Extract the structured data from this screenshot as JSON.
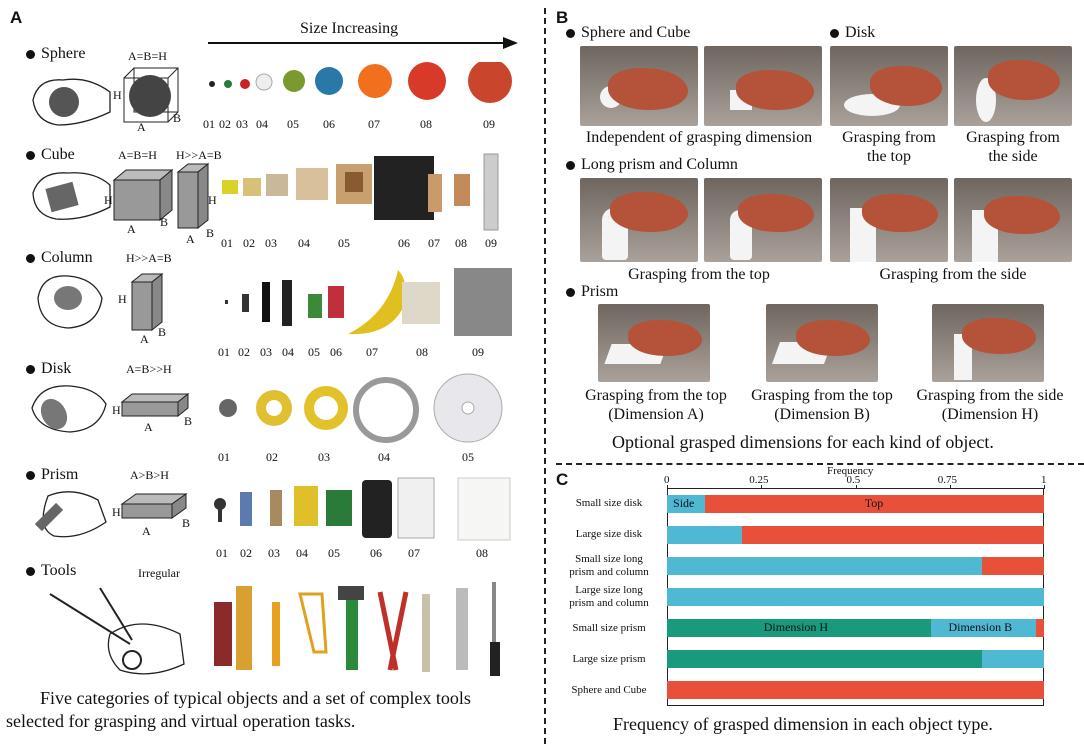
{
  "panels": {
    "a": "A",
    "b": "B",
    "c": "C"
  },
  "panel_a": {
    "size_increasing": "Size Increasing",
    "categories": [
      {
        "name": "Sphere",
        "dimension": "A=B=H",
        "numbers": [
          "01",
          "02",
          "03",
          "04",
          "05",
          "06",
          "07",
          "08",
          "09"
        ]
      },
      {
        "name": "Cube",
        "dimension": "A=B=H",
        "dimension2": "H>>A=B",
        "numbers": [
          "01",
          "02",
          "03",
          "04",
          "05",
          "06",
          "07",
          "08",
          "09"
        ]
      },
      {
        "name": "Column",
        "dimension": "H>>A=B",
        "numbers": [
          "01",
          "02",
          "03",
          "04",
          "05",
          "06",
          "07",
          "08",
          "09"
        ]
      },
      {
        "name": "Disk",
        "dimension": "A=B>>H",
        "numbers": [
          "01",
          "02",
          "03",
          "04",
          "05"
        ]
      },
      {
        "name": "Prism",
        "dimension": "A>B>H",
        "numbers": [
          "01",
          "02",
          "03",
          "04",
          "05",
          "06",
          "07",
          "08"
        ]
      },
      {
        "name": "Tools",
        "dimension": "Irregular",
        "numbers": []
      }
    ],
    "axis_letters": {
      "a": "A",
      "b": "B",
      "h": "H"
    },
    "caption_line1": "Five categories of typical objects and a set of complex tools",
    "caption_line2": "selected for grasping and virtual operation tasks."
  },
  "panel_b": {
    "sphere_cube": "Sphere and Cube",
    "disk": "Disk",
    "long_prism": "Long prism and Column",
    "prism": "Prism",
    "cap_independent": "Independent of grasping dimension",
    "cap_disk_top_1": "Grasping from",
    "cap_disk_top_2": "the top",
    "cap_disk_side_1": "Grasping from",
    "cap_disk_side_2": "the side",
    "cap_lp_top": "Grasping from the top",
    "cap_lp_side": "Grasping from the side",
    "cap_pr_a_1": "Grasping from the top",
    "cap_pr_a_2": "(Dimension A)",
    "cap_pr_b_1": "Grasping from the top",
    "cap_pr_b_2": "(Dimension B)",
    "cap_pr_h_1": "Grasping from the side",
    "cap_pr_h_2": "(Dimension H)",
    "caption": "Optional grasped dimensions for each kind of object."
  },
  "panel_c": {
    "caption": "Frequency of grasped dimension in each object type."
  },
  "colors": {
    "side": "#4fb9d4",
    "top": "#e8503a",
    "dim_h": "#1a9a7c",
    "dim_b": "#4fb9d4"
  },
  "chart_data": {
    "type": "bar",
    "orientation": "horizontal",
    "stacked": true,
    "xlabel": "Frequency",
    "xlim": [
      0,
      1
    ],
    "xticks": [
      "0",
      "0.25",
      "0.5",
      "0.75",
      "1"
    ],
    "xtick_values": [
      0,
      0.25,
      0.5,
      0.75,
      1
    ],
    "categories": [
      "Small size disk",
      "Large size disk",
      "Small size long prism and column",
      "Large size long prism and column",
      "Small size prism",
      "Large size prism",
      "Sphere and Cube"
    ],
    "category_lines": [
      [
        "Small size disk"
      ],
      [
        "Large size disk"
      ],
      [
        "Small size long",
        "prism and column"
      ],
      [
        "Large size long",
        "prism and column"
      ],
      [
        "Small size prism"
      ],
      [
        "Large size prism"
      ],
      [
        "Sphere and Cube"
      ]
    ],
    "bars": [
      [
        {
          "label": "Side",
          "value": 0.1,
          "color": "#4fb9d4"
        },
        {
          "label": "Top",
          "value": 0.9,
          "color": "#e8503a"
        }
      ],
      [
        {
          "label": "",
          "value": 0.2,
          "color": "#4fb9d4"
        },
        {
          "label": "",
          "value": 0.8,
          "color": "#e8503a"
        }
      ],
      [
        {
          "label": "",
          "value": 0.835,
          "color": "#4fb9d4"
        },
        {
          "label": "",
          "value": 0.165,
          "color": "#e8503a"
        }
      ],
      [
        {
          "label": "",
          "value": 1.0,
          "color": "#4fb9d4"
        }
      ],
      [
        {
          "label": "Dimension H",
          "value": 0.7,
          "color": "#1a9a7c"
        },
        {
          "label": "Dimension B",
          "value": 0.28,
          "color": "#4fb9d4"
        },
        {
          "label": "",
          "value": 0.02,
          "color": "#e8503a"
        }
      ],
      [
        {
          "label": "",
          "value": 0.835,
          "color": "#1a9a7c"
        },
        {
          "label": "",
          "value": 0.165,
          "color": "#4fb9d4"
        }
      ],
      [
        {
          "label": "",
          "value": 1.0,
          "color": "#e8503a"
        }
      ]
    ]
  }
}
